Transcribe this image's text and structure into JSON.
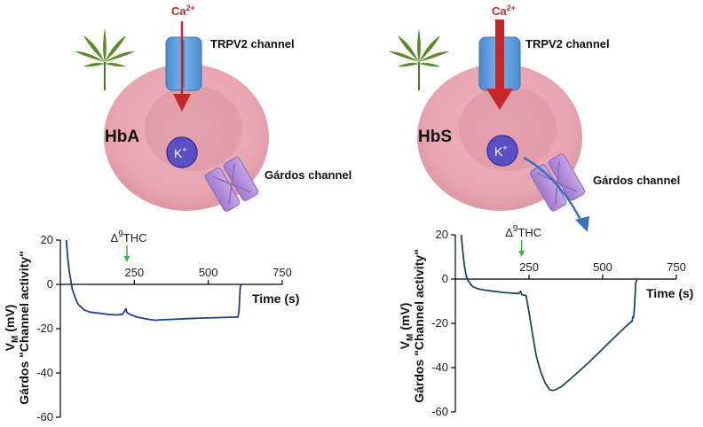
{
  "panels": [
    {
      "cell_label": "HbA",
      "ion_label": "Ca",
      "ion_charge": "2+",
      "potassium_label": "K",
      "potassium_charge": "+",
      "channel1_label": "TRPV2 channel",
      "channel2_label": "Gárdos channel",
      "drug_label_prefix": "Δ",
      "drug_label_sup": "9",
      "drug_label_suffix": "THC",
      "ylabel_main": "V",
      "ylabel_sub": "M",
      "ylabel_unit": " (mV)",
      "ylabel_line2": "Gárdos \"Channel activity\"",
      "xlabel": "Time (s)"
    },
    {
      "cell_label": "HbS",
      "ion_label": "Ca",
      "ion_charge": "2+",
      "potassium_label": "K",
      "potassium_charge": "+",
      "channel1_label": "TRPV2 channel",
      "channel2_label": "Gárdos channel",
      "drug_label_prefix": "Δ",
      "drug_label_sup": "9",
      "drug_label_suffix": "THC",
      "ylabel_main": "V",
      "ylabel_sub": "M",
      "ylabel_unit": " (mV)",
      "ylabel_line2": "Gárdos \"Channel activity\"",
      "xlabel": "Time (s)"
    }
  ],
  "colors": {
    "cell": "#e8a6b0",
    "cell_dark": "#d9909c",
    "nucleus": "#d69aa5",
    "trpv2": "#5b9fd8",
    "gardos": "#b48fd8",
    "potassium": "#5b4fc4",
    "arrow_red": "#c62828",
    "arrow_blue": "#3a6fc0",
    "leaf": "#5a8a2a",
    "trace_a": "#1f3f8f",
    "trace_b": "#1f4a5a",
    "thc_arrow": "#39b54a"
  },
  "chart_data": [
    {
      "type": "line",
      "title": "",
      "xlabel": "Time (s)",
      "ylabel": "VM (mV) Gárdos \"Channel activity\"",
      "xlim": [
        0,
        750
      ],
      "ylim": [
        -60,
        20
      ],
      "xticks": [
        250,
        500,
        750
      ],
      "yticks": [
        20,
        0,
        -20,
        -40,
        -60
      ],
      "annotation": {
        "text": "Δ9THC",
        "x": 225
      },
      "grid": false,
      "series": [
        {
          "x": [
            20,
            25,
            30,
            35,
            40,
            50,
            60,
            80,
            100,
            130,
            160,
            190,
            210,
            222,
            224,
            228,
            240,
            260,
            290,
            320,
            340,
            380,
            420,
            480,
            540,
            580,
            600,
            604,
            606,
            608,
            612,
            615
          ],
          "y": [
            20,
            12,
            6,
            2,
            -2,
            -6,
            -9,
            -11.5,
            -12.5,
            -13,
            -13.5,
            -13.8,
            -13.5,
            -11,
            -12.5,
            -13,
            -13.8,
            -14.8,
            -15.6,
            -16.2,
            -16,
            -15.8,
            -15.5,
            -15.2,
            -15,
            -14.8,
            -14.8,
            -12,
            -6,
            -1,
            0,
            0
          ]
        }
      ]
    },
    {
      "type": "line",
      "title": "",
      "xlabel": "Time (s)",
      "ylabel": "VM (mV) Gárdos \"Channel activity\"",
      "xlim": [
        0,
        750
      ],
      "ylim": [
        -60,
        20
      ],
      "xticks": [
        250,
        500,
        750
      ],
      "yticks": [
        20,
        0,
        -20,
        -40,
        -60
      ],
      "annotation": {
        "text": "Δ9THC",
        "x": 225
      },
      "grid": false,
      "series": [
        {
          "x": [
            20,
            24,
            28,
            32,
            36,
            40,
            50,
            60,
            80,
            100,
            130,
            160,
            190,
            215,
            222,
            225,
            232,
            240,
            250,
            262,
            275,
            290,
            305,
            320,
            330,
            340,
            360,
            400,
            450,
            500,
            550,
            590,
            600,
            602,
            604,
            606,
            608,
            612,
            616
          ],
          "y": [
            20,
            14,
            9,
            5,
            2,
            0,
            -2,
            -3.5,
            -4.5,
            -5,
            -5.5,
            -6,
            -6.3,
            -6.5,
            -5.5,
            -7,
            -7.2,
            -7.5,
            -15,
            -25,
            -35,
            -42,
            -47,
            -50,
            -50.3,
            -50,
            -48.5,
            -44,
            -38,
            -31.5,
            -25,
            -20,
            -19,
            -17,
            -17.5,
            -16,
            -12,
            -2,
            0
          ]
        }
      ]
    }
  ]
}
